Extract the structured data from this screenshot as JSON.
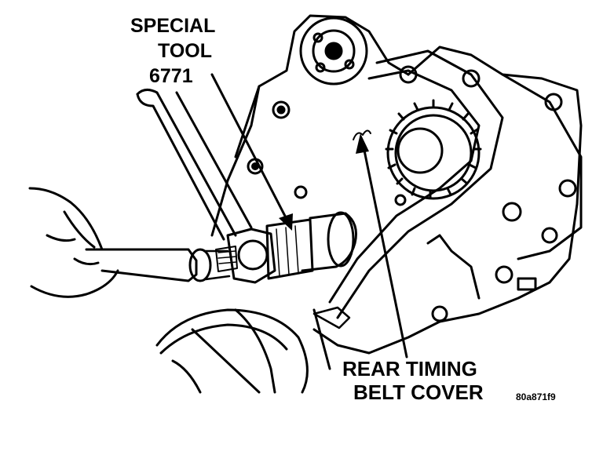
{
  "labels": {
    "special_tool_line1": "SPECIAL",
    "special_tool_line2": "TOOL",
    "special_tool_number": "6771",
    "cover_line1": "REAR TIMING",
    "cover_line2": "BELT COVER",
    "figure_code": "80a871f9"
  },
  "colors": {
    "ink": "#000000",
    "paper": "#ffffff"
  }
}
